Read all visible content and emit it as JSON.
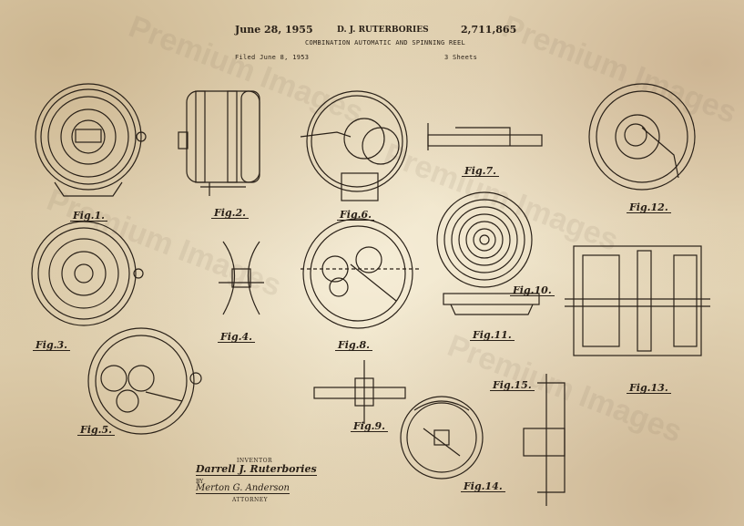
{
  "header": {
    "date": "June 28, 1955",
    "inventor_name": "D. J. RUTERBORIES",
    "patent_number": "2,711,865",
    "title": "COMBINATION AUTOMATIC AND SPINNING REEL",
    "filed": "Filed June 8, 1953",
    "sheets": "3 Sheets"
  },
  "figures": [
    "Fig.1.",
    "Fig.2.",
    "Fig.6.",
    "Fig.7.",
    "Fig.12.",
    "Fig.3.",
    "Fig.4.",
    "Fig.8.",
    "Fig.10.",
    "Fig.11.",
    "Fig.13.",
    "Fig.5.",
    "Fig.9.",
    "Fig.15.",
    "Fig.14."
  ],
  "signature": {
    "inventor_label": "INVENTOR",
    "inventor": "Darrell J. Ruterbories",
    "by": "BY",
    "attorney_name": "Merton G. Anderson",
    "attorney_label": "ATTORNEY"
  },
  "watermark": "Premium Images",
  "colors": {
    "paper": "#e9dcbd",
    "ink": "#2a2118"
  }
}
